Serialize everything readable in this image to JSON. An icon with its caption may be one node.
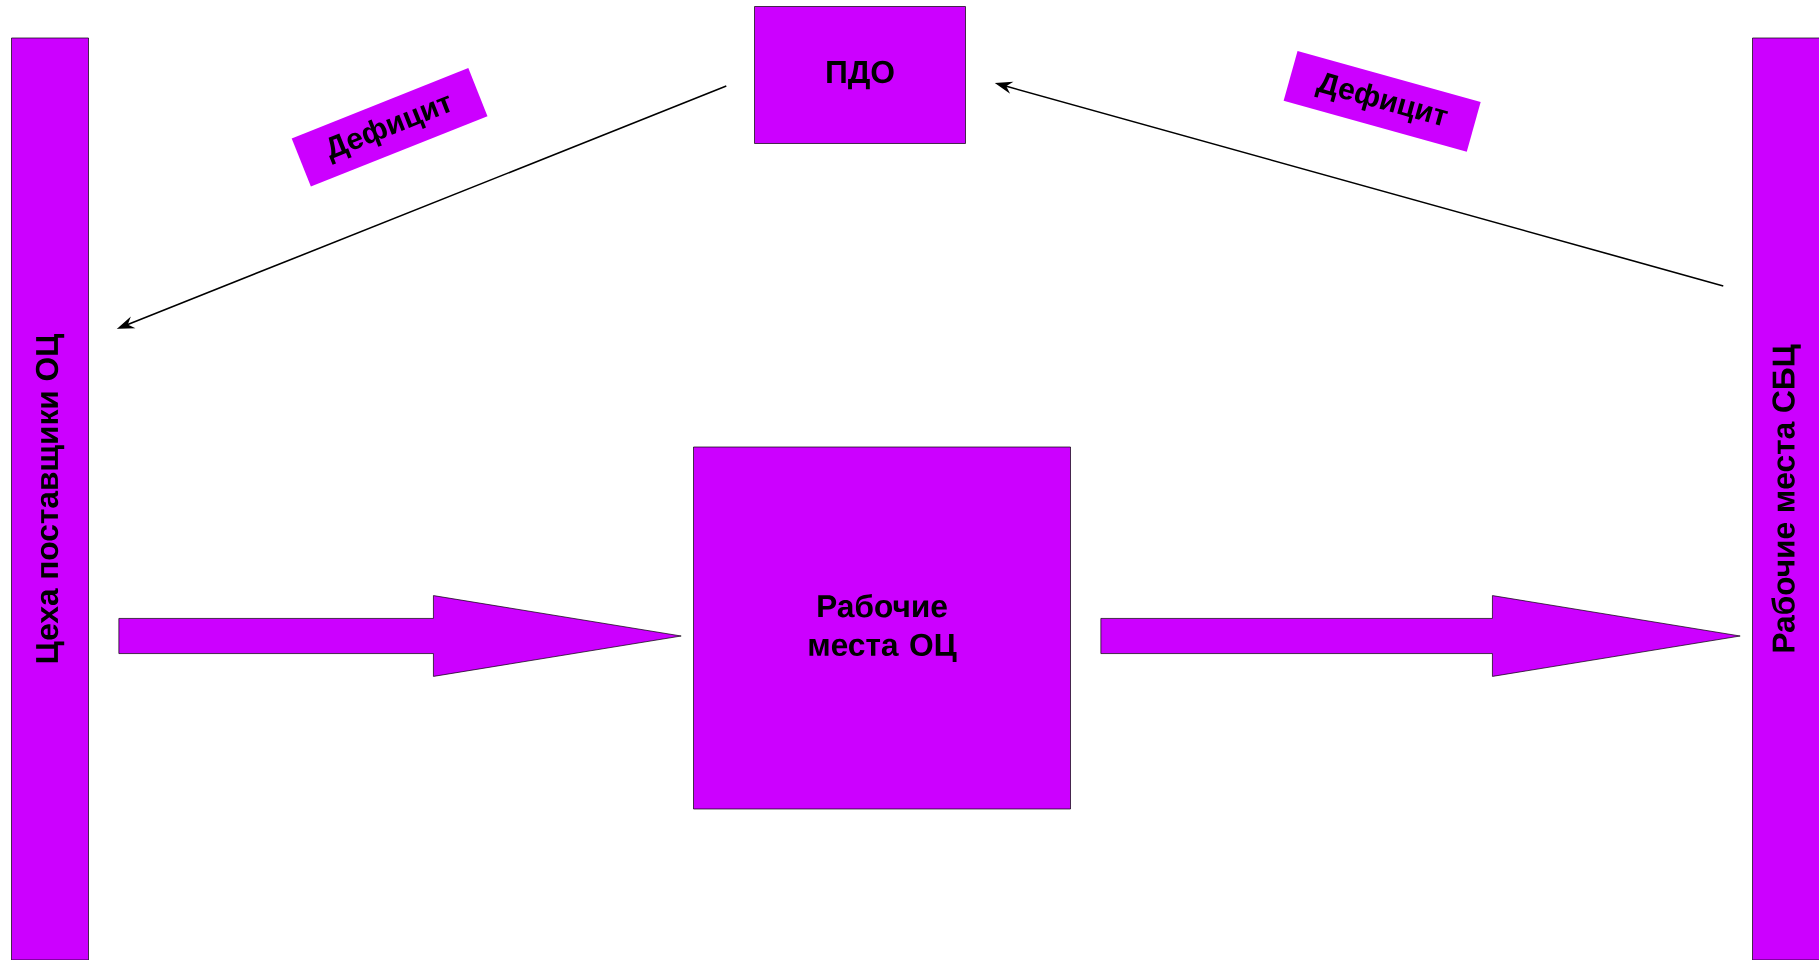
{
  "diagram": {
    "nodes": [
      {
        "text": [
          "ПДО"
        ]
      },
      {
        "text": [
          "Цеха поставщики ОЦ"
        ]
      },
      {
        "text": [
          "Рабочие места ОЦ"
        ]
      },
      {
        "text": [
          "Рабочие места СБЦ"
        ]
      }
    ],
    "edges": [
      {
        "from": 0,
        "to": 1,
        "arrow": "to",
        "label": "Дефицит"
      },
      {
        "from": 3,
        "to": 0,
        "arrow": "to",
        "label": "Дефицит"
      },
      {
        "from": 1,
        "to": 2,
        "arrow": "to",
        "style": "thick",
        "color": "#cc00ff"
      },
      {
        "from": 2,
        "to": 3,
        "arrow": "to",
        "style": "thick",
        "color": "#cc00ff"
      }
    ]
  }
}
